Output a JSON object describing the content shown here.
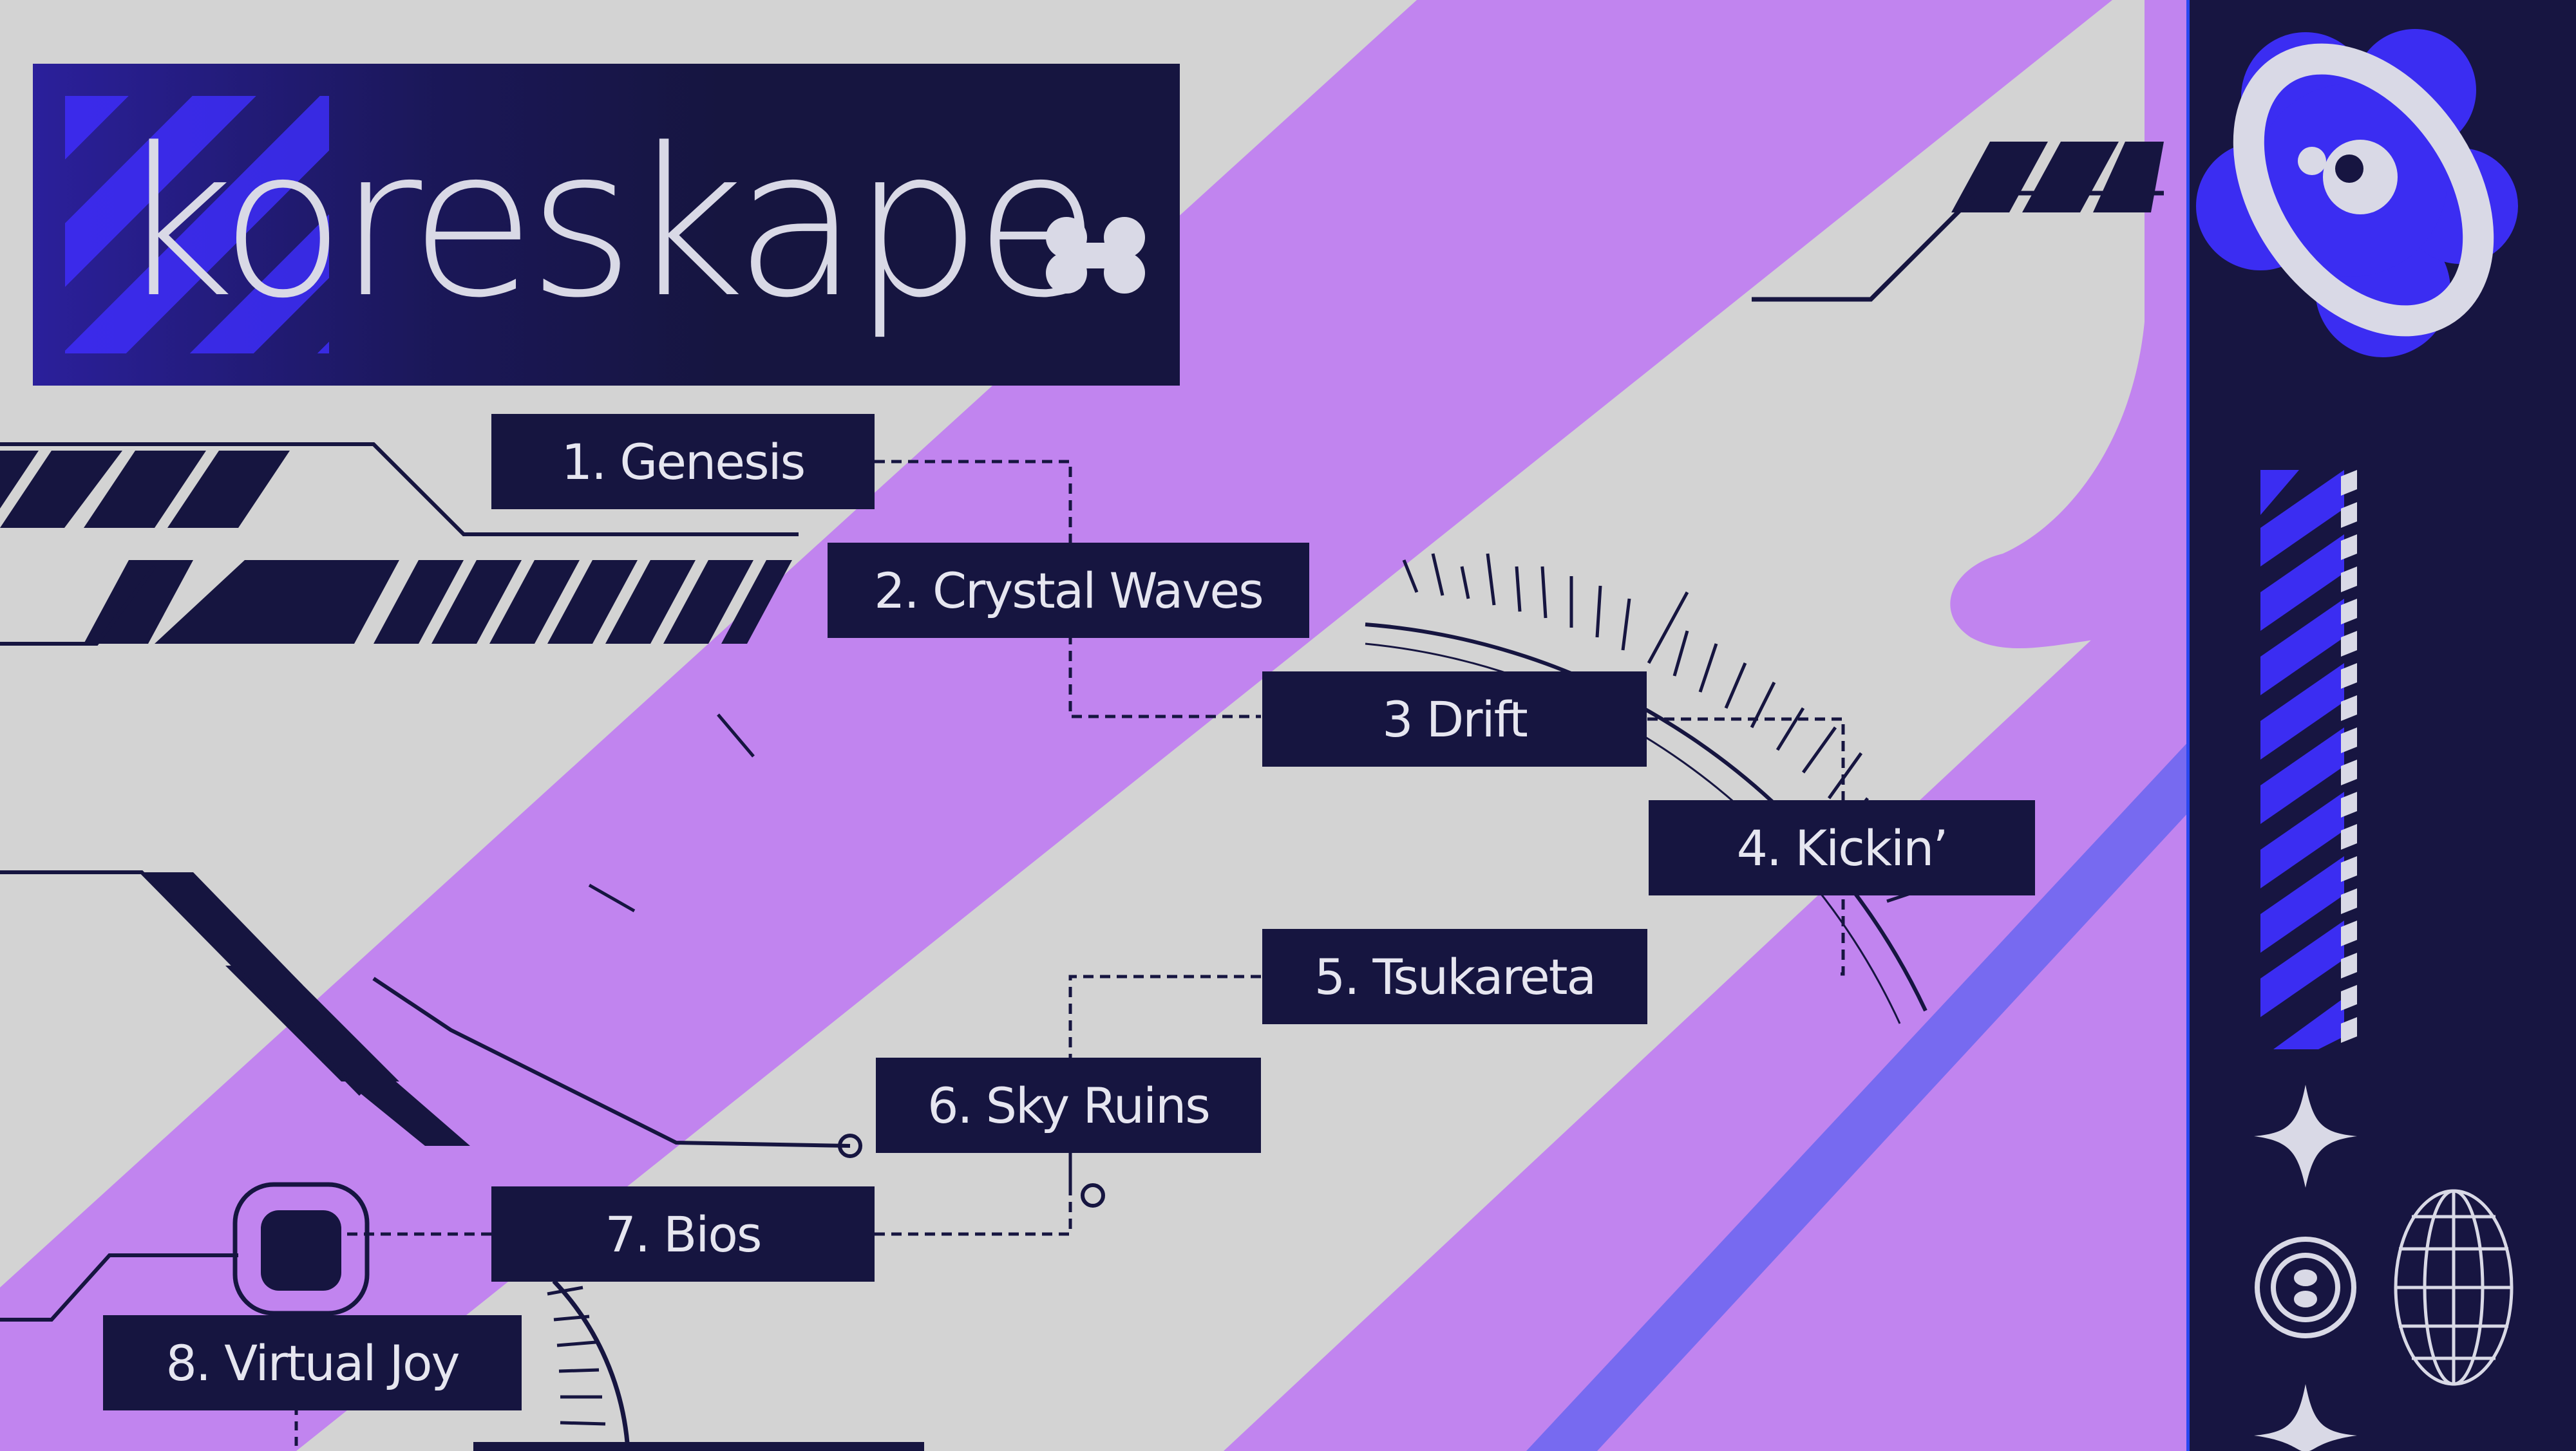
{
  "brand": {
    "name": "koreskape"
  },
  "tracklist": [
    "1. Genesis",
    "2. Crystal Waves",
    "3 Drift",
    "4. Kickin’",
    "5. Tsukareta",
    "6. Sky Ruins",
    "7. Bios",
    "8. Virtual Joy"
  ],
  "colors": {
    "background": "#d3d3d3",
    "navy": "#161540",
    "violet": "#c184ef",
    "blue": "#3b2df2",
    "label_text": "#e6e6f0"
  }
}
